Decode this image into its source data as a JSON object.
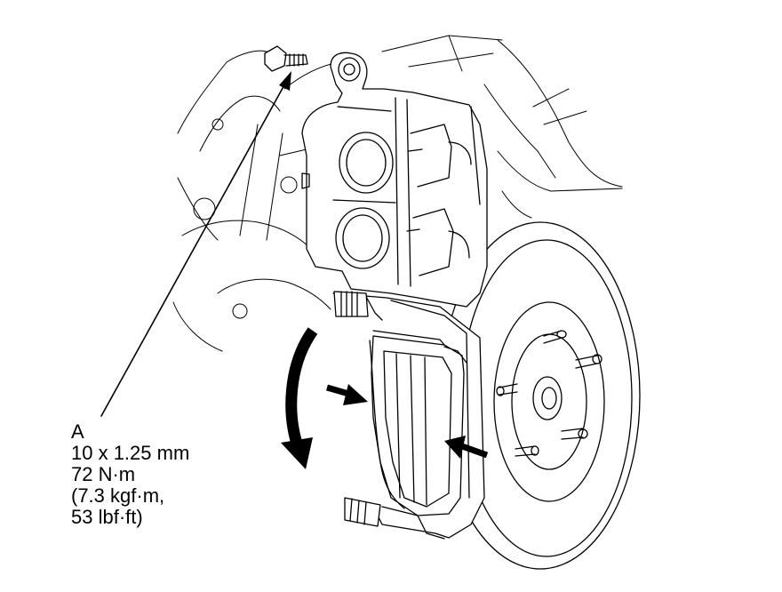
{
  "callout": {
    "label": "A",
    "size": "10 x 1.25 mm",
    "torque_nm": "72 N·m",
    "torque_kgfm": "(7.3 kgf·m,",
    "torque_lbfft": "53 lbf·ft)"
  },
  "colors": {
    "ink": "#000000",
    "paper": "#ffffff"
  }
}
